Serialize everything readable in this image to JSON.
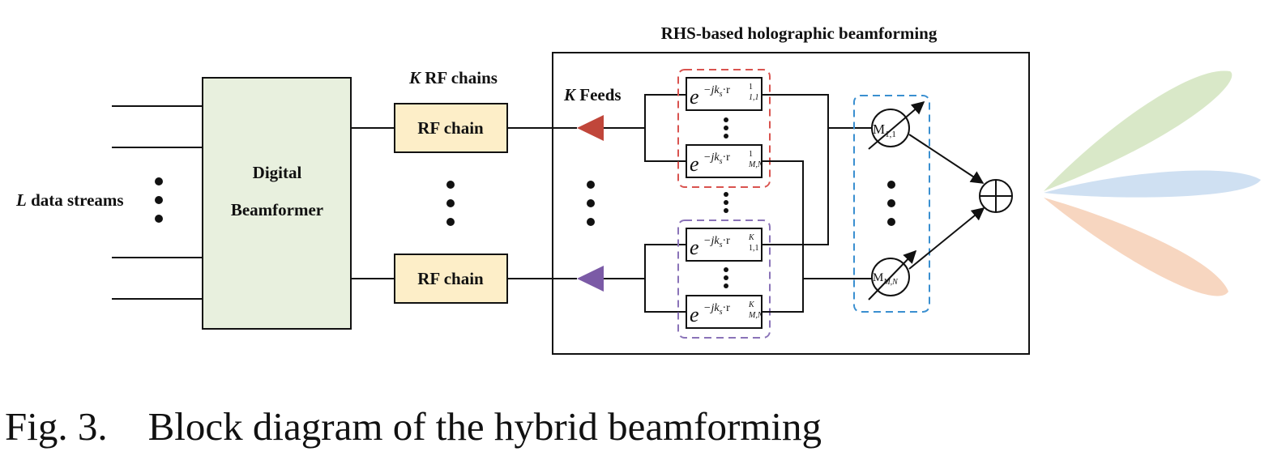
{
  "title": "RHS-based holographic beamforming",
  "input_label": {
    "var": "L",
    "text": " data streams"
  },
  "digital_beamformer": {
    "line1": "Digital",
    "line2": "Beamformer"
  },
  "rf_chains_label": {
    "var": "K",
    "text": " RF chains"
  },
  "rf_chain_top": "RF chain",
  "rf_chain_bottom": "RF chain",
  "feeds_label": {
    "var": "K",
    "text": " Feeds"
  },
  "phase_terms": [
    {
      "base": "e",
      "exp": "−jk",
      "exp_sub": "s",
      "dot": "·r",
      "sup": "1",
      "sub": "1,1"
    },
    {
      "base": "e",
      "exp": "−jk",
      "exp_sub": "s",
      "dot": "·r",
      "sup": "1",
      "sub": "M,N"
    },
    {
      "base": "e",
      "exp": "−jk",
      "exp_sub": "s",
      "dot": "·r",
      "sup": "K",
      "sub": "1,1"
    },
    {
      "base": "e",
      "exp": "−jk",
      "exp_sub": "s",
      "dot": "·r",
      "sup": "K",
      "sub": "M,N"
    }
  ],
  "amplitude_elements": [
    {
      "base": "M",
      "sub": "1,1"
    },
    {
      "base": "M",
      "sub": "M,N"
    }
  ],
  "colors": {
    "digital_fill": "#e8f0de",
    "rf_fill": "#fdeec8",
    "feed_top": "#c0463a",
    "feed_bottom": "#7b5aa6",
    "group_top_dash": "#d9534f",
    "group_bottom_dash": "#8a73b8",
    "amp_group_dash": "#3a8fd0",
    "beam_green": "#d9e8c8",
    "beam_blue": "#cfe0f2",
    "beam_orange": "#f7d6c0"
  },
  "caption": {
    "label": "Fig. 3.",
    "text": "Block diagram of the hybrid beamforming"
  }
}
